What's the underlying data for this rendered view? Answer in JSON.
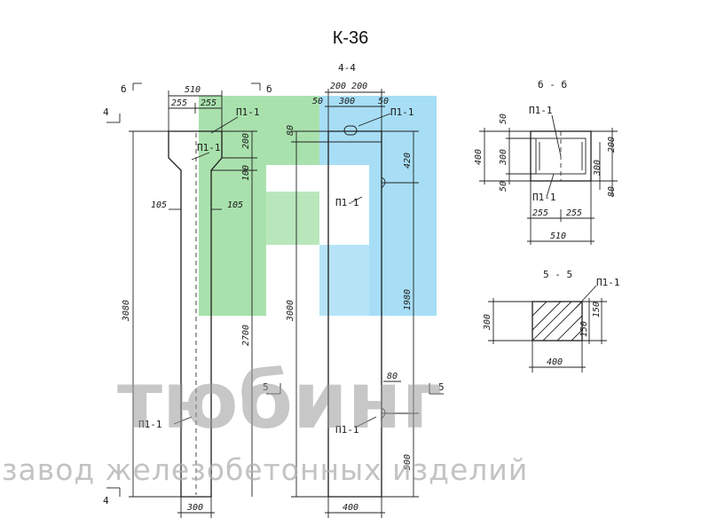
{
  "title": "К-36",
  "watermark": {
    "brand": "тюбинг",
    "tagline": "завод железобетонных изделий",
    "colors": {
      "green": "#63c96a",
      "blue": "#5ec3ec"
    }
  },
  "elevation_left": {
    "section_mark": "б",
    "width_total": "510",
    "width_half_left": "255",
    "width_half_right": "255",
    "height_total": "3080",
    "height_lower": "2700",
    "dim_top": "200",
    "dim_mid": "100",
    "dim_chamfer_left": "105",
    "dim_chamfer_right": "105",
    "base_width": "300",
    "label_top": "П1-1",
    "label_mid": "П1-1",
    "label_bottom": "П1-1",
    "section_4": "4"
  },
  "section_44": {
    "title": "4-4",
    "top_dims": "200 200",
    "dim_300": "300",
    "dim_50_left": "50",
    "dim_50_right": "50",
    "dim_80": "80",
    "height_total": "3000",
    "dim_420": "420",
    "dim_1980": "1980",
    "dim_500": "500",
    "dim_80_low": "80",
    "base_width": "400",
    "label_top": "П1-1",
    "label_mid": "П1-1",
    "label_bottom": "П1-1",
    "section_5": "5"
  },
  "section_bb": {
    "title": "б - б",
    "dim_400": "400",
    "dim_300": "300",
    "dim_50_top": "50",
    "dim_50_bottom": "50",
    "dim_200": "200",
    "dim_300_right": "300",
    "dim_80": "80",
    "width_left": "255",
    "width_right": "255",
    "width_total": "510",
    "label_top": "П1-1",
    "label_bottom": "П1-1"
  },
  "section_55": {
    "title": "5 - 5",
    "label": "П1-1",
    "dim_300": "300",
    "dim_150a": "150",
    "dim_150b": "150",
    "base_width": "400"
  }
}
